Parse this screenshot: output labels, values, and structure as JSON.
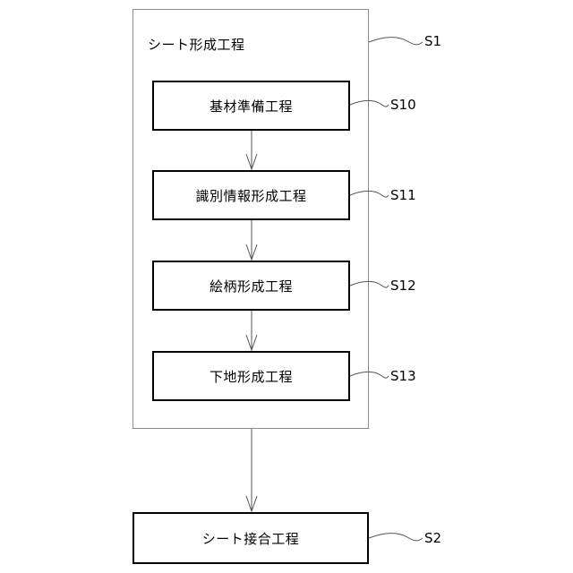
{
  "outer_process": {
    "title": "シート形成工程",
    "ref": "S1"
  },
  "steps": [
    {
      "label": "基材準備工程",
      "ref": "S10"
    },
    {
      "label": "識別情報形成工程",
      "ref": "S11"
    },
    {
      "label": "絵柄形成工程",
      "ref": "S12"
    },
    {
      "label": "下地形成工程",
      "ref": "S13"
    }
  ],
  "final_process": {
    "label": "シート接合工程",
    "ref": "S2"
  }
}
